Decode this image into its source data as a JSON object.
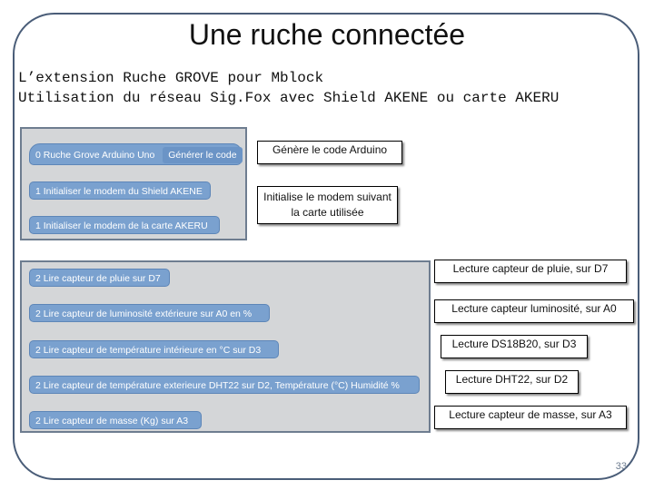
{
  "title": "Une ruche connectée",
  "subtitle_lines": [
    "L’extension Ruche GROVE pour Mblock",
    "Utilisation du réseau Sig.Fox avec Shield AKENE ou carte AKERU"
  ],
  "panel_top": {
    "blocks": [
      {
        "label": "0 Ruche Grove Arduino Uno",
        "button": "Générer le code"
      },
      {
        "label": "1 Initialiser le modem du Shield AKENE"
      },
      {
        "label": "1 Initialiser le modem de la carte AKERU"
      }
    ]
  },
  "panel_bottom": {
    "blocks": [
      {
        "label": "2 Lire capteur de pluie sur D7"
      },
      {
        "label": "2 Lire capteur de luminosité extérieure sur A0 en %"
      },
      {
        "label": "2 Lire capteur de température intérieure en °C sur D3"
      },
      {
        "label": "2 Lire capteur de température exterieure DHT22 sur D2, Température (°C) Humidité %"
      },
      {
        "label": "2 Lire capteur de masse (Kg) sur A3"
      }
    ]
  },
  "callouts": [
    "Génère le code Arduino",
    "Initialise le modem suivant la carte utilisée",
    "Lecture capteur de pluie, sur D7",
    "Lecture capteur luminosité, sur A0",
    "Lecture DS18B20, sur D3",
    "Lecture DHT22, sur D2",
    "Lecture capteur de masse, sur A3"
  ],
  "page_number": "33",
  "colors": {
    "frame": "#4a5d78",
    "block": "#7aa1cf",
    "panel": "#d4d6d8"
  }
}
